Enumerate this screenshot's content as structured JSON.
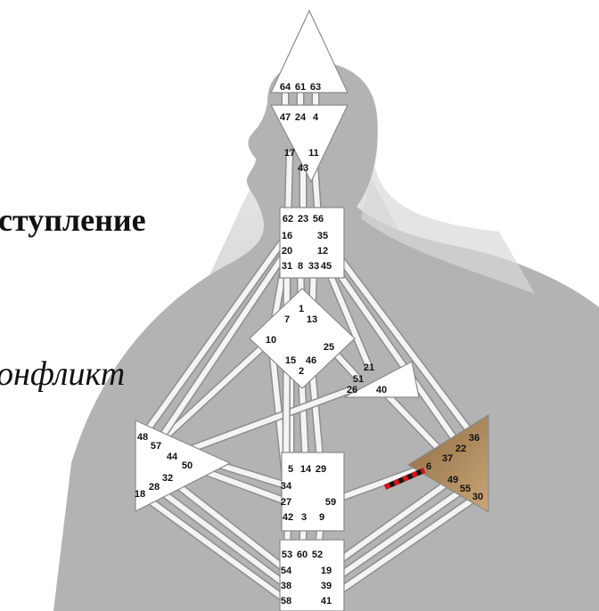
{
  "captions": {
    "line1": "ступление",
    "line2": "онфликт"
  },
  "colors": {
    "center_fill": "#ffffff",
    "center_stroke": "#8a8a8a",
    "defined_center": "#a07a4c",
    "channel_fill": "#f4f4f4",
    "activation_red": "#d21414",
    "activation_black": "#111111",
    "body_silhouette": "#b3b3b3",
    "triangle_backdrop": "#d8d8d8"
  },
  "centers": [
    {
      "name": "head",
      "defined": false,
      "gates": [
        "64",
        "61",
        "63"
      ]
    },
    {
      "name": "ajna",
      "defined": false,
      "gates": [
        "47",
        "24",
        "4",
        "17",
        "11",
        "43"
      ]
    },
    {
      "name": "throat",
      "defined": false,
      "gates": [
        "62",
        "23",
        "56",
        "16",
        "35",
        "20",
        "12",
        "31",
        "8",
        "33",
        "45"
      ]
    },
    {
      "name": "g-center",
      "defined": false,
      "gates": [
        "1",
        "7",
        "13",
        "10",
        "25",
        "15",
        "46",
        "2"
      ]
    },
    {
      "name": "heart",
      "defined": false,
      "gates": [
        "21",
        "51",
        "26",
        "40"
      ]
    },
    {
      "name": "spleen",
      "defined": false,
      "gates": [
        "48",
        "57",
        "44",
        "50",
        "32",
        "28",
        "18"
      ]
    },
    {
      "name": "solar-plexus",
      "defined": true,
      "gates": [
        "36",
        "22",
        "37",
        "6",
        "49",
        "55",
        "30"
      ]
    },
    {
      "name": "sacral",
      "defined": false,
      "gates": [
        "5",
        "14",
        "29",
        "34",
        "27",
        "59",
        "42",
        "3",
        "9"
      ]
    },
    {
      "name": "root",
      "defined": false,
      "gates": [
        "53",
        "60",
        "52",
        "54",
        "19",
        "38",
        "39",
        "58",
        "41"
      ]
    }
  ],
  "activations": [
    {
      "channel": "59-6",
      "gate": "6",
      "style": "red-black-dashed"
    }
  ]
}
